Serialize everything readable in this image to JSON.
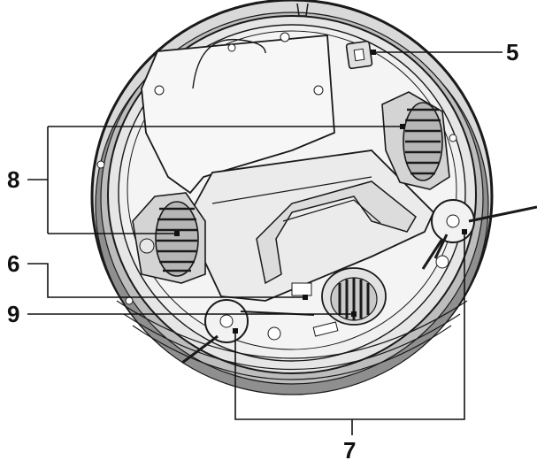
{
  "callouts": {
    "c5": "5",
    "c6": "6",
    "c7": "7",
    "c8": "8",
    "c9": "9"
  },
  "colors": {
    "ink": "#1a1a1a",
    "body_light": "#f2f2f2",
    "body_mid": "#cfcfcf",
    "body_dark": "#8e8e8e"
  }
}
